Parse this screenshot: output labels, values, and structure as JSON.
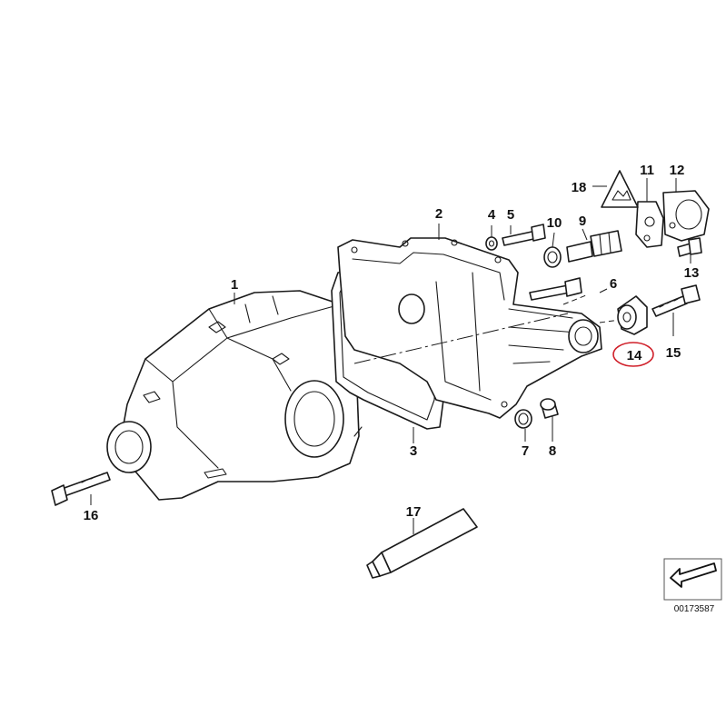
{
  "callouts": [
    "1",
    "2",
    "3",
    "4",
    "5",
    "6",
    "7",
    "8",
    "9",
    "10",
    "11",
    "12",
    "13",
    "14",
    "15",
    "16",
    "17",
    "18"
  ],
  "highlighted_callout": "14",
  "highlight_color": "#d0202a",
  "reference_number": "00173587",
  "icons": [
    "differential-housing",
    "differential-cover",
    "gasket",
    "washer",
    "bolt",
    "sealing-ring",
    "drain-plug",
    "speed-sensor",
    "sealing-ring",
    "gasket",
    "mount-bracket",
    "bolt",
    "rubber-mount",
    "bolt",
    "bolt",
    "sealant-tube",
    "warning-triangle-label",
    "view-direction-arrow"
  ]
}
